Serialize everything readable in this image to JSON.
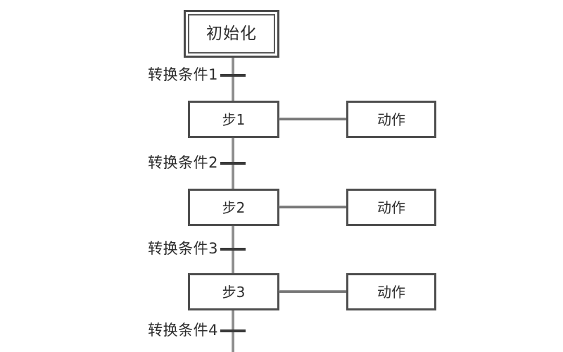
{
  "diagram": {
    "type": "sequential-function-chart",
    "background_color": "#ffffff",
    "line_color": "#8d8d8d",
    "border_color": "#4f4f4f",
    "text_color": "#2d2d2d",
    "initial_step": {
      "label": "初始化",
      "style": "double-border"
    },
    "steps": [
      {
        "label": "步1",
        "action": "动作"
      },
      {
        "label": "步2",
        "action": "动作"
      },
      {
        "label": "步3",
        "action": "动作"
      }
    ],
    "transitions": [
      {
        "label": "转换条件1"
      },
      {
        "label": "转换条件2"
      },
      {
        "label": "转换条件3"
      },
      {
        "label": "转换条件4"
      }
    ]
  }
}
